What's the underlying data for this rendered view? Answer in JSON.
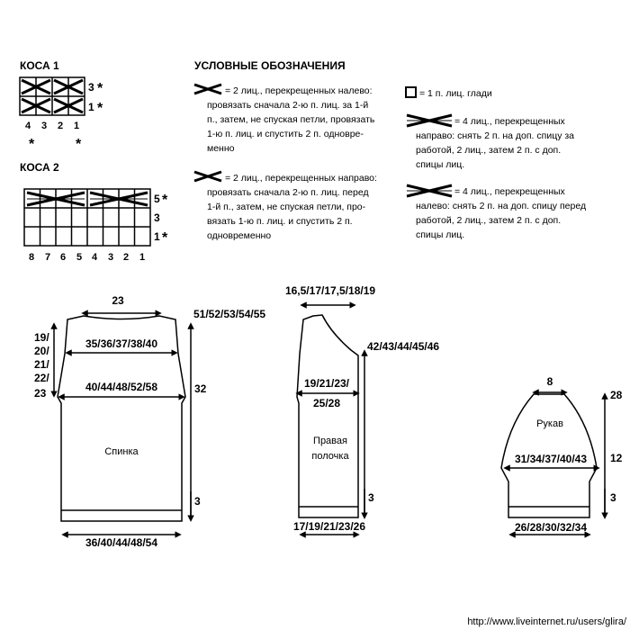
{
  "kosa1": {
    "title": "КОСА 1",
    "row_labels": [
      "3",
      "1"
    ],
    "col_labels": [
      "4",
      "3",
      "2",
      "1"
    ],
    "star": "*"
  },
  "kosa2": {
    "title": "КОСА 2",
    "row_labels": [
      "5",
      "3",
      "1"
    ],
    "col_labels": [
      "8",
      "7",
      "6",
      "5",
      "4",
      "3",
      "2",
      "1"
    ],
    "star": "*"
  },
  "legend": {
    "title": "УСЛОВНЫЕ ОБОЗНАЧЕНИЯ",
    "left_cross_lines": [
      "= 2 лиц., перекрещенных налево:",
      "провязать сначала 2-ю п. лиц. за 1-й",
      "п., затем, не спуская петли, провязать",
      "1-ю п. лиц. и спустить 2 п. одновре-",
      "менно"
    ],
    "right_cross_lines": [
      "= 2 лиц., перекрещенных направо:",
      "провязать сначала 2-ю п. лиц. перед",
      "1-й п., затем, не спуская петли, про-",
      "вязать 1-ю п. лиц. и спустить 2 п.",
      "одновременно"
    ],
    "knit_line": "= 1 п. лиц. глади",
    "four_right_lines": [
      "= 4 лиц., перекрещенных",
      "направо: снять 2 п. на доп. спицу за",
      "работой, 2 лиц., затем 2 п. с доп.",
      "спицы лиц."
    ],
    "four_left_lines": [
      "= 4 лиц., перекрещенных",
      "налево: снять 2 п. на доп. спицу перед",
      "работой, 2 лиц., затем 2 п. с доп.",
      "спицы лиц."
    ]
  },
  "back": {
    "label": "Спинка",
    "top_width": "23",
    "shoulder_width": "35/36/37/38/40",
    "chest_width": "40/44/48/52/58",
    "bottom_width": "36/40/44/48/54",
    "total_height": "51/52/53/54/55",
    "armhole_height_lines": [
      "19/",
      "20/",
      "21/",
      "22/",
      "23"
    ],
    "body_height": "32",
    "rib_height": "3"
  },
  "front": {
    "label_lines": [
      "Правая",
      "полочка"
    ],
    "top_width": "16,5/17/17,5/18/19",
    "total_height": "42/43/44/45/46",
    "mid_width_lines": [
      "19/21/23/",
      "25/28"
    ],
    "bottom_width": "17/19/21/23/26",
    "rib_height": "3"
  },
  "sleeve": {
    "label": "Рукав",
    "top_width": "8",
    "mid_width": "31/34/37/40/43",
    "bottom_width": "26/28/30/32/34",
    "total_height": "28",
    "body_height": "12",
    "rib_height": "3"
  },
  "watermark": "http://www.liveinternet.ru/users/glira/"
}
